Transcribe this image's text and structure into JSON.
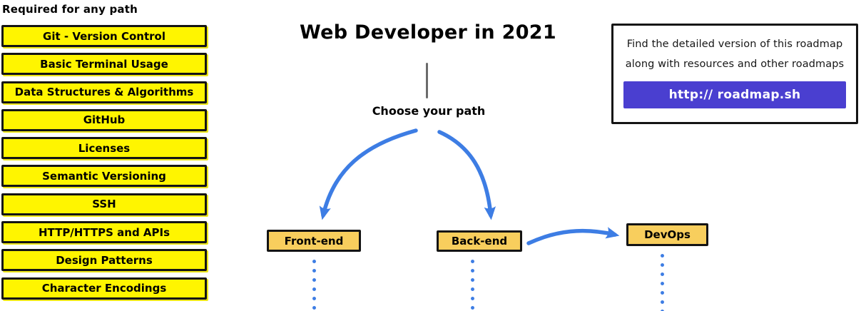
{
  "colors": {
    "yellow": "#FFF500",
    "orange": "#F8CE5D",
    "blue": "#3D7DE4",
    "purple": "#4A3FD0",
    "gray_line": "#6B6B6B",
    "border": "#141414",
    "bg": "#FFFFFF",
    "text": "#000000"
  },
  "sidebar": {
    "heading": "Required for any path",
    "items": [
      "Git - Version Control",
      "Basic Terminal Usage",
      "Data Structures & Algorithms",
      "GitHub",
      "Licenses",
      "Semantic Versioning",
      "SSH",
      "HTTP/HTTPS and APIs",
      "Design Patterns",
      "Character Encodings"
    ]
  },
  "main": {
    "title": "Web Developer in 2021",
    "choose_label": "Choose your path",
    "paths": [
      {
        "label": "Front-end"
      },
      {
        "label": "Back-end"
      },
      {
        "label": "DevOps"
      }
    ]
  },
  "info_box": {
    "line1": "Find the detailed version of this roadmap",
    "line2": "along with resources and other roadmaps",
    "button_label": "http:// roadmap.sh"
  }
}
